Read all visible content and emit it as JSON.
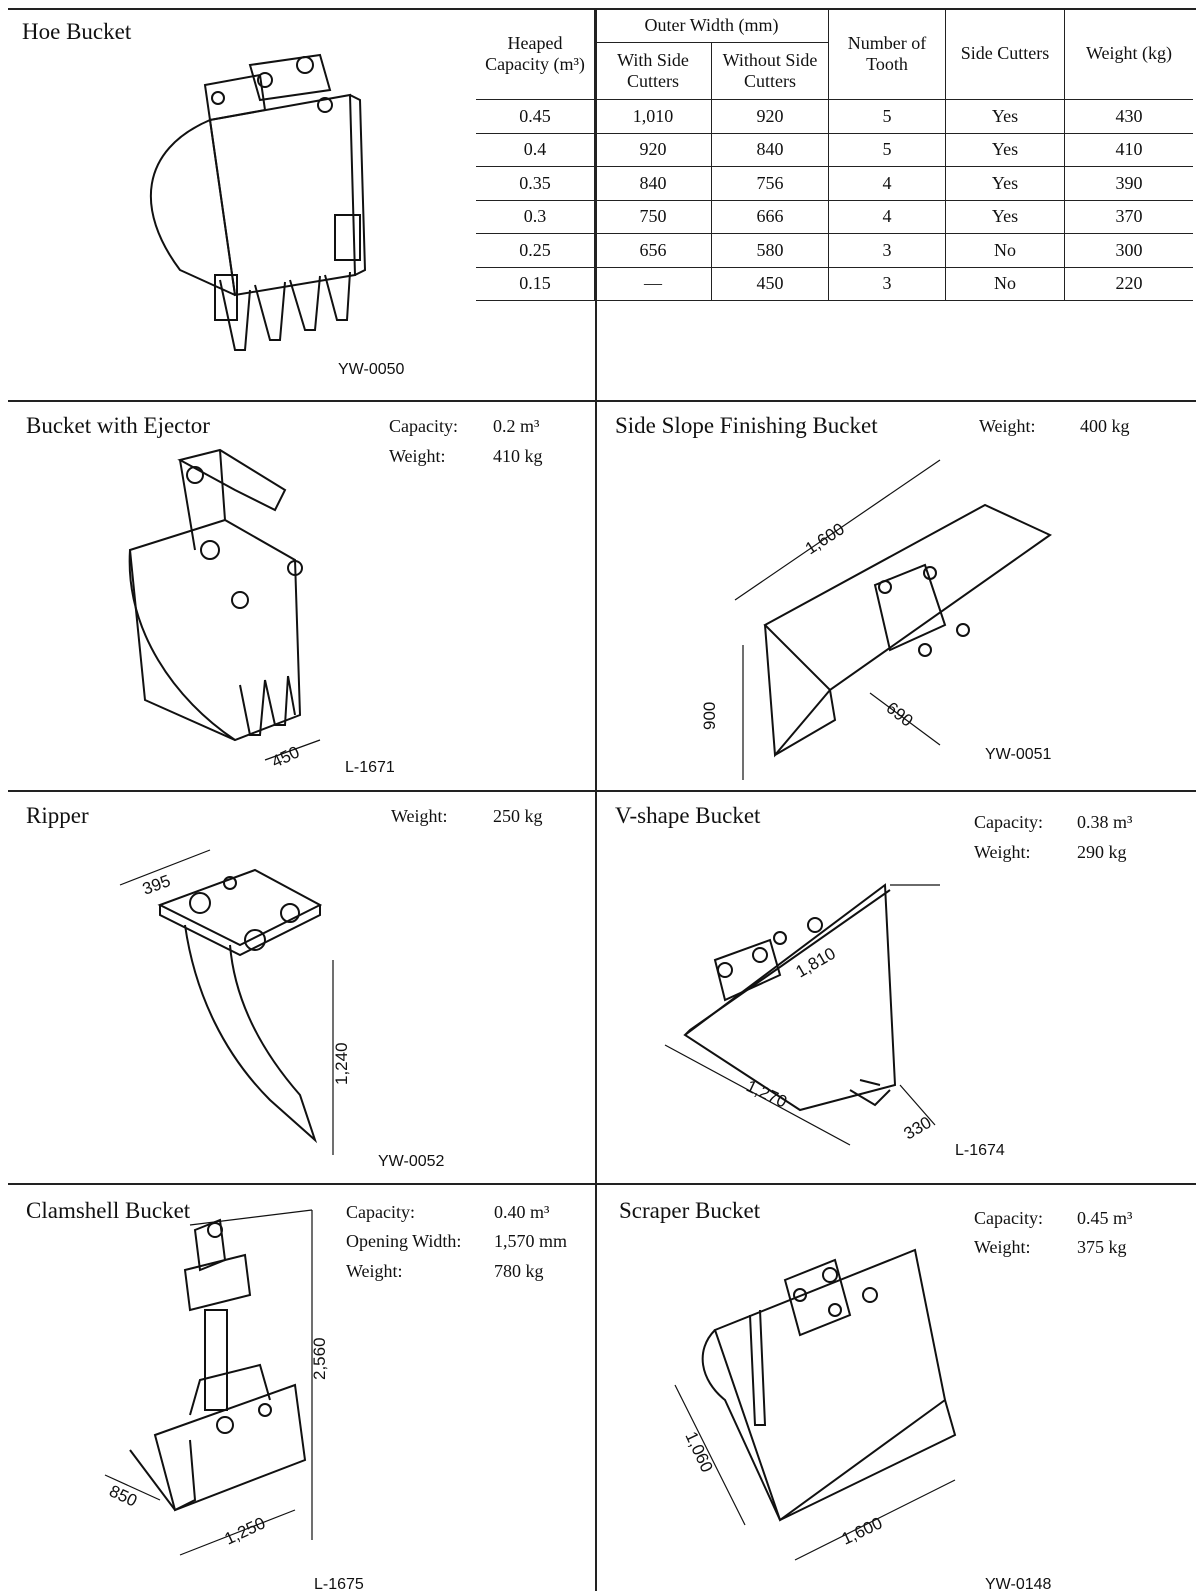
{
  "hoe_bucket": {
    "title": "Hoe Bucket",
    "code": "YW-0050",
    "table": {
      "headers": {
        "heaped_capacity": "Heaped Capacity (m³)",
        "outer_width": "Outer Width (mm)",
        "with_cutters": "With Side Cutters",
        "without_cutters": "Without Side Cutters",
        "number_of_tooth": "Number of Tooth",
        "side_cutters": "Side Cutters",
        "weight": "Weight (kg)"
      },
      "rows": [
        [
          "0.45",
          "1,010",
          "920",
          "5",
          "Yes",
          "430"
        ],
        [
          "0.4",
          "920",
          "840",
          "5",
          "Yes",
          "410"
        ],
        [
          "0.35",
          "840",
          "756",
          "4",
          "Yes",
          "390"
        ],
        [
          "0.3",
          "750",
          "666",
          "4",
          "Yes",
          "370"
        ],
        [
          "0.25",
          "656",
          "580",
          "3",
          "No",
          "300"
        ],
        [
          "0.15",
          "—",
          "450",
          "3",
          "No",
          "220"
        ]
      ]
    }
  },
  "ejector_bucket": {
    "title": "Bucket with Ejector",
    "capacity_label": "Capacity:",
    "capacity": "0.2 m³",
    "weight_label": "Weight:",
    "weight": "410 kg",
    "dim_width": "450",
    "code": "L-1671"
  },
  "side_slope_bucket": {
    "title": "Side Slope Finishing Bucket",
    "weight_label": "Weight:",
    "weight": "400 kg",
    "dim_length": "1,600",
    "dim_height": "900",
    "dim_depth": "690",
    "code": "YW-0051"
  },
  "ripper": {
    "title": "Ripper",
    "weight_label": "Weight:",
    "weight": "250 kg",
    "dim_width": "395",
    "dim_height": "1,240",
    "code": "YW-0052"
  },
  "v_bucket": {
    "title": "V-shape Bucket",
    "capacity_label": "Capacity:",
    "capacity": "0.38 m³",
    "weight_label": "Weight:",
    "weight": "290 kg",
    "dim_top": "1,810",
    "dim_length": "1,270",
    "dim_bottom": "330",
    "code": "L-1674"
  },
  "clamshell": {
    "title": "Clamshell Bucket",
    "capacity_label": "Capacity:",
    "capacity": "0.40 m³",
    "opening_label": "Opening Width:",
    "opening": "1,570 mm",
    "weight_label": "Weight:",
    "weight": "780 kg",
    "dim_height": "2,560",
    "dim_depth": "850",
    "dim_width": "1,250",
    "code": "L-1675"
  },
  "scraper": {
    "title": "Scraper Bucket",
    "capacity_label": "Capacity:",
    "capacity": "0.45 m³",
    "weight_label": "Weight:",
    "weight": "375 kg",
    "dim_depth": "1,060",
    "dim_width": "1,600",
    "code": "YW-0148"
  }
}
